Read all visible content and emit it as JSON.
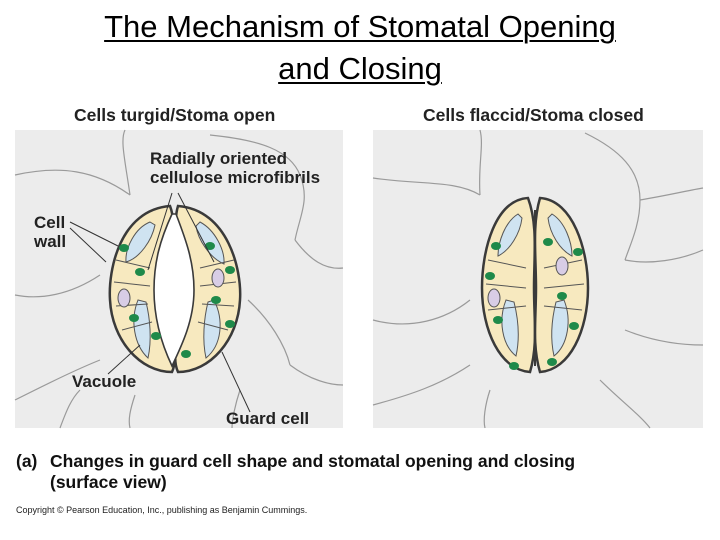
{
  "slide": {
    "title_line1": "The Mechanism of Stomatal Opening",
    "title_line2": "and Closing"
  },
  "figure": {
    "panel_left_title": "Cells turgid/Stoma open",
    "panel_right_title": "Cells flaccid/Stoma closed",
    "label_microfibrils_line1": "Radially oriented",
    "label_microfibrils_line2": "cellulose microfibrils",
    "label_cell_wall_line1": "Cell",
    "label_cell_wall_line2": "wall",
    "label_vacuole": "Vacuole",
    "label_guard_cell": "Guard cell",
    "caption_tag": "(a)",
    "caption_line1": "Changes in guard cell shape and stomatal opening and closing",
    "caption_line2": "(surface view)",
    "copyright": "Copyright © Pearson Education, Inc., publishing as Benjamin Cummings."
  },
  "colors": {
    "panel_bg": "#ececec",
    "epidermal_outline": "#9a9a9a",
    "guard_cell_fill": "#f7e9bf",
    "guard_cell_outline": "#3a3a3a",
    "vacuole_fill": "#cfe3f1",
    "chloroplast": "#1f8a4a",
    "nucleus": "#d8cde6",
    "stoma_pore": "#ffffff"
  }
}
